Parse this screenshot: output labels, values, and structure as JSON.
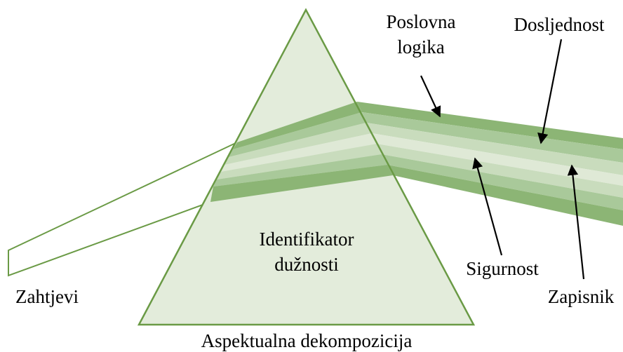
{
  "labels": {
    "input": "Zahtjevi",
    "prism_line1": "Identifikator",
    "prism_line2": "dužnosti",
    "base": "Aspektualna dekompozicija",
    "ray1_line1": "Poslovna",
    "ray1_line2": "logika",
    "ray2": "Dosljednost",
    "ray3": "Sigurnost",
    "ray4": "Zapisnik"
  },
  "colors": {
    "outline": "#6a9a45",
    "prism_fill": "#e3ecdb",
    "band_dark": "#8cb575",
    "band_mid": "#a9c99a",
    "band_light": "#c9dcbd",
    "band_lightest": "#dfe9d6",
    "arrow": "#000000"
  }
}
